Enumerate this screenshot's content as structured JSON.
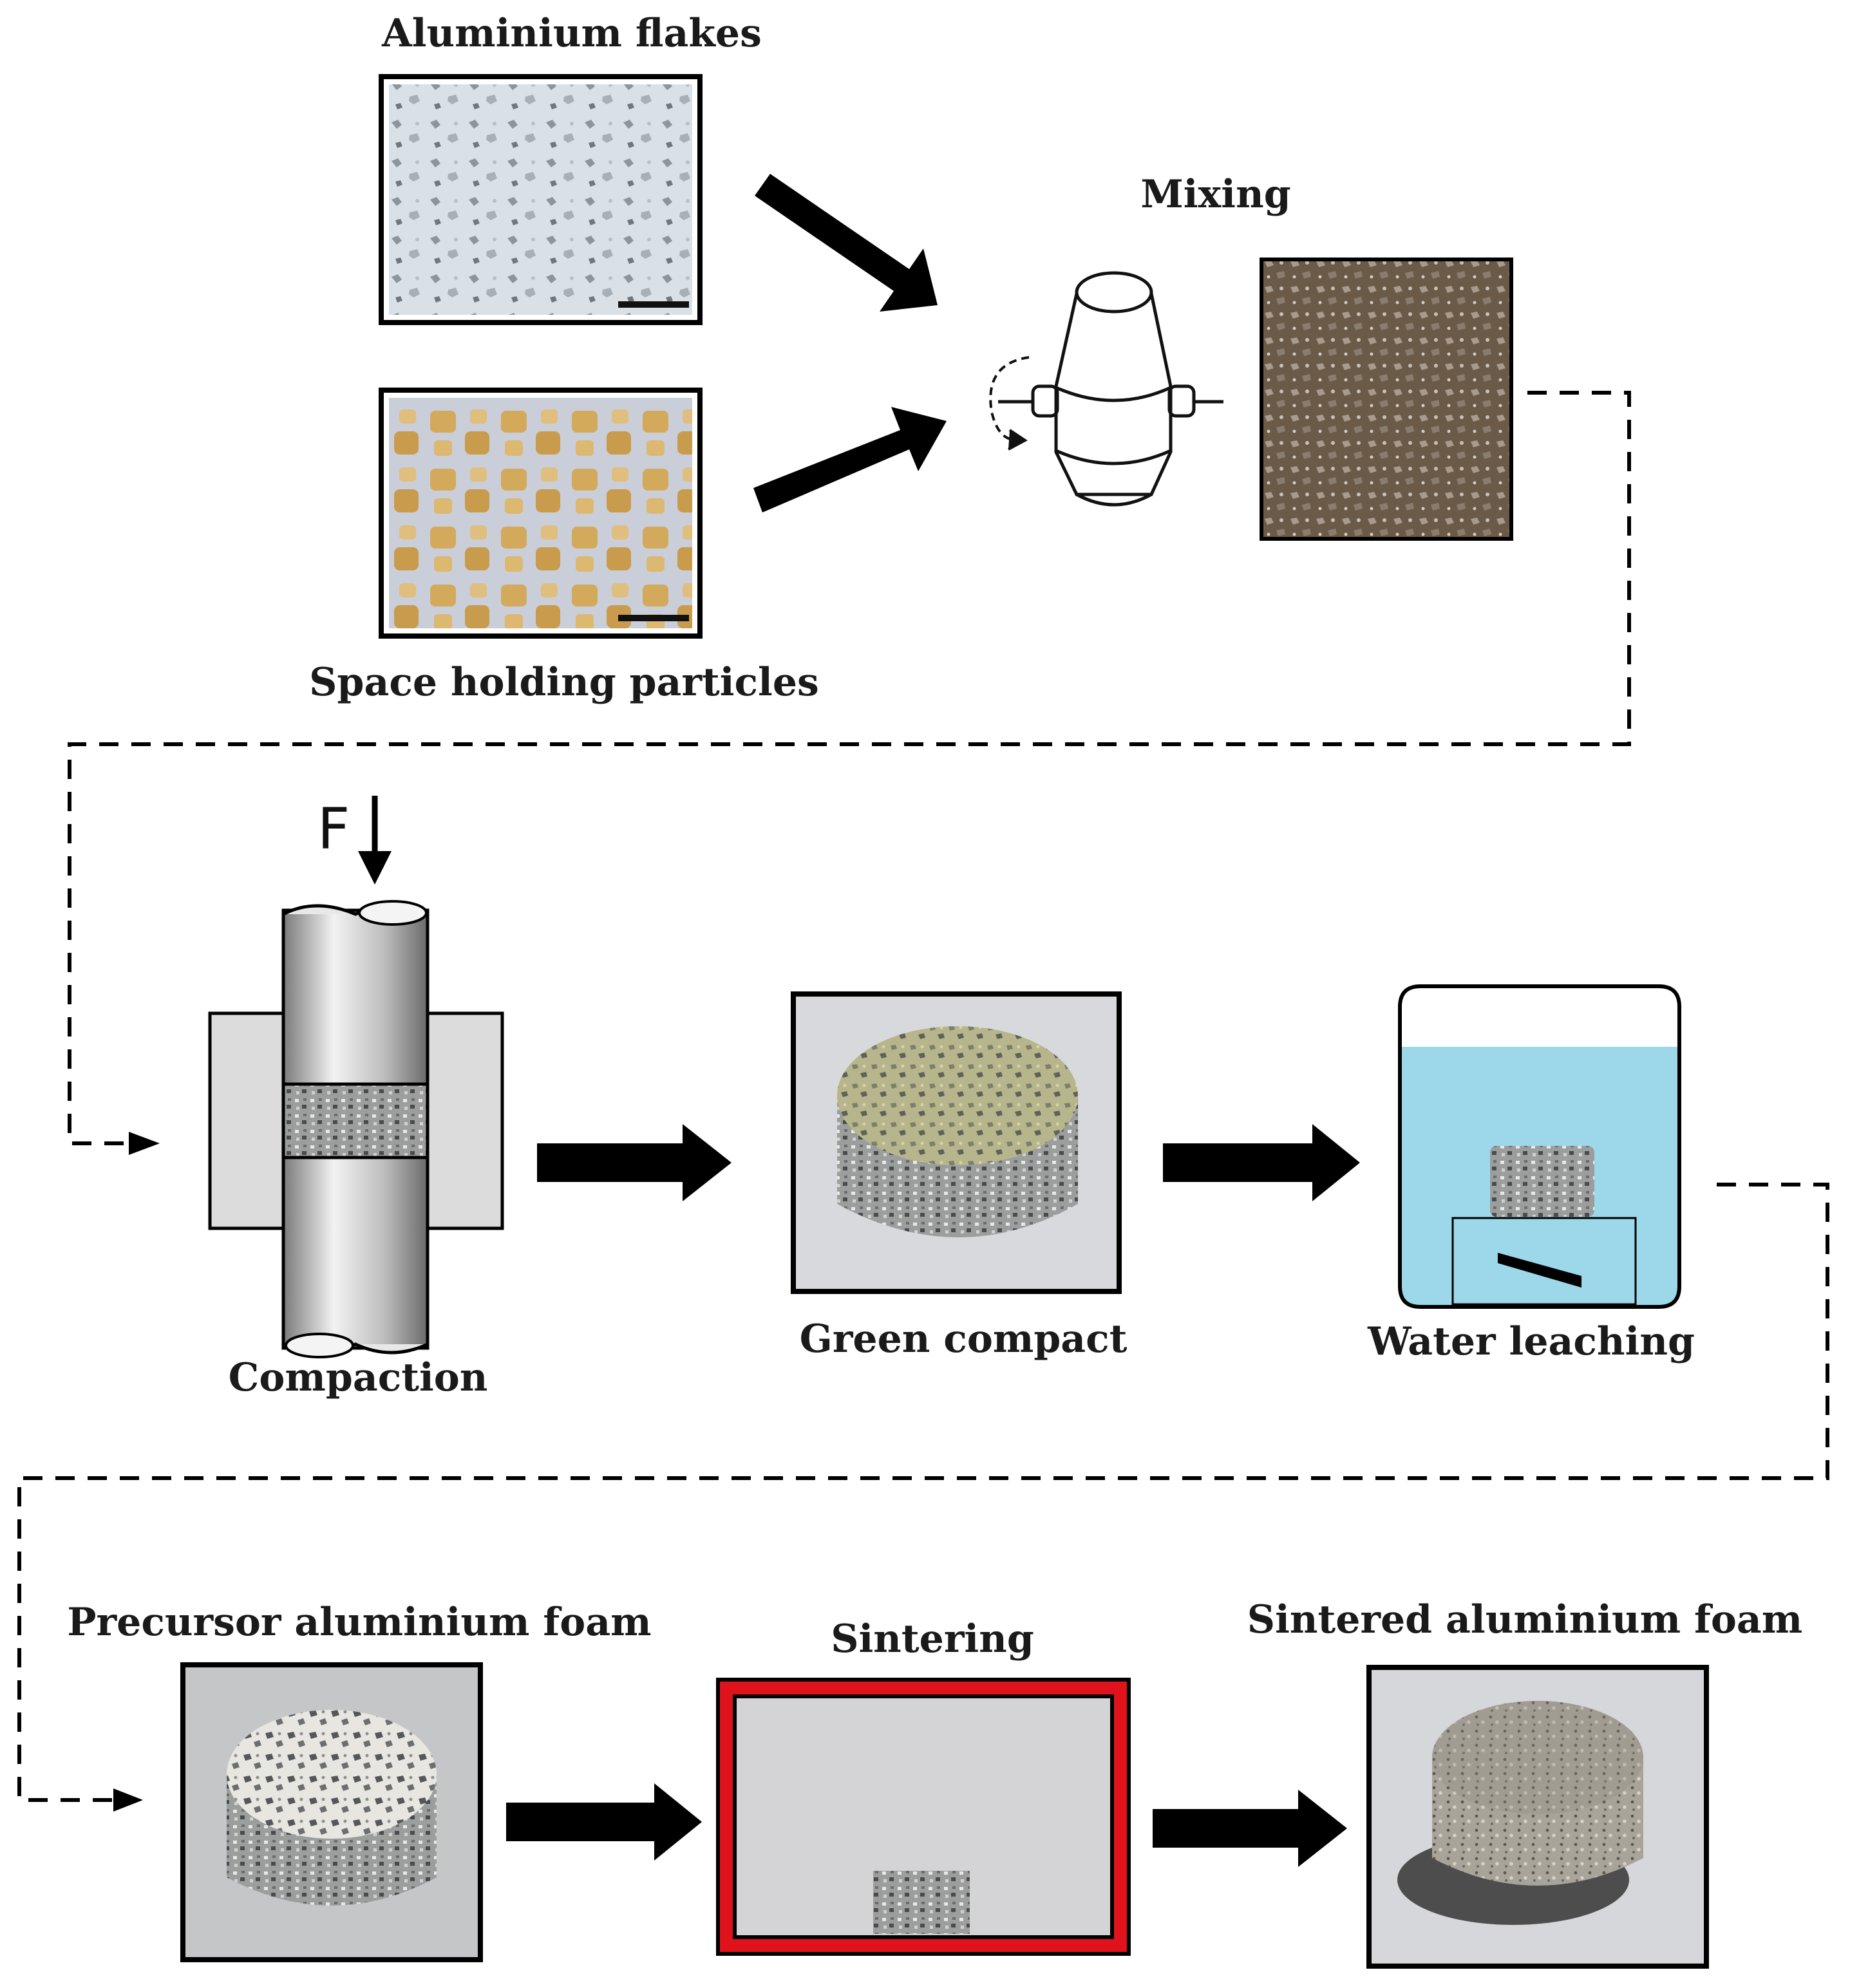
{
  "labels": {
    "aluminium_flakes": "Aluminium flakes",
    "space_holding_particles": "Space holding particles",
    "mixing": "Mixing",
    "force": "F",
    "compaction": "Compaction",
    "green_compact": "Green compact",
    "water_leaching": "Water leaching",
    "precursor_foam": "Precursor aluminium foam",
    "sintering": "Sintering",
    "sintered_foam": "Sintered aluminium foam"
  },
  "colors": {
    "arrow": "#000000",
    "water": "#9dd8ea",
    "furnace_border": "#e0121b",
    "furnace_inner": "#d4d4d6",
    "press_block": "#dcdcdc",
    "panel_background": "#d7d8dc",
    "particles": "#d9ac5a",
    "mixture": "#6b5a48"
  },
  "icons": {
    "mixer": "mixer-drum-icon",
    "rotation": "rotation-arrow-icon",
    "press": "compaction-press-icon",
    "beaker": "leaching-beaker-icon",
    "furnace": "sintering-furnace-icon"
  }
}
